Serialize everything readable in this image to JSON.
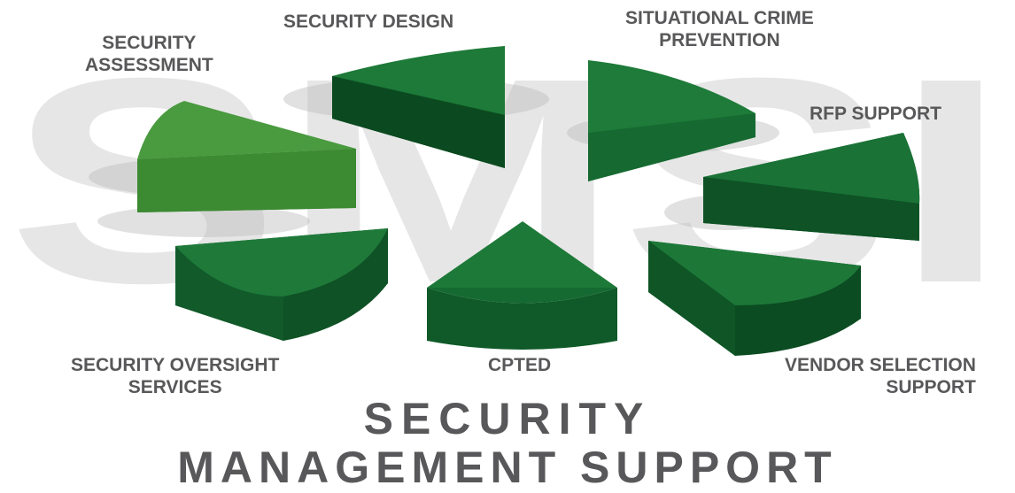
{
  "watermark": "SMSI",
  "colors": {
    "label_gray": "#58585a",
    "watermark_gray": "#e6e6e6",
    "green_light": "#3c8a32",
    "green_mid": "#1f7a3a",
    "green_dark": "#0e5a27"
  },
  "services": [
    {
      "id": "security-assessment",
      "lines": [
        "SECURITY",
        "ASSESSMENT"
      ]
    },
    {
      "id": "security-design",
      "lines": [
        "SECURITY DESIGN"
      ]
    },
    {
      "id": "situational-crime-prevention",
      "lines": [
        "SITUATIONAL CRIME",
        "PREVENTION"
      ]
    },
    {
      "id": "rfp-support",
      "lines": [
        "RFP SUPPORT"
      ]
    },
    {
      "id": "security-oversight-services",
      "lines": [
        "SECURITY OVERSIGHT",
        "SERVICES"
      ]
    },
    {
      "id": "cpted",
      "lines": [
        "CPTED"
      ]
    },
    {
      "id": "vendor-selection-support",
      "lines": [
        "VENDOR SELECTION",
        "SUPPORT"
      ]
    }
  ],
  "title": {
    "line1": "SECURITY",
    "line2": "MANAGEMENT SUPPORT"
  }
}
